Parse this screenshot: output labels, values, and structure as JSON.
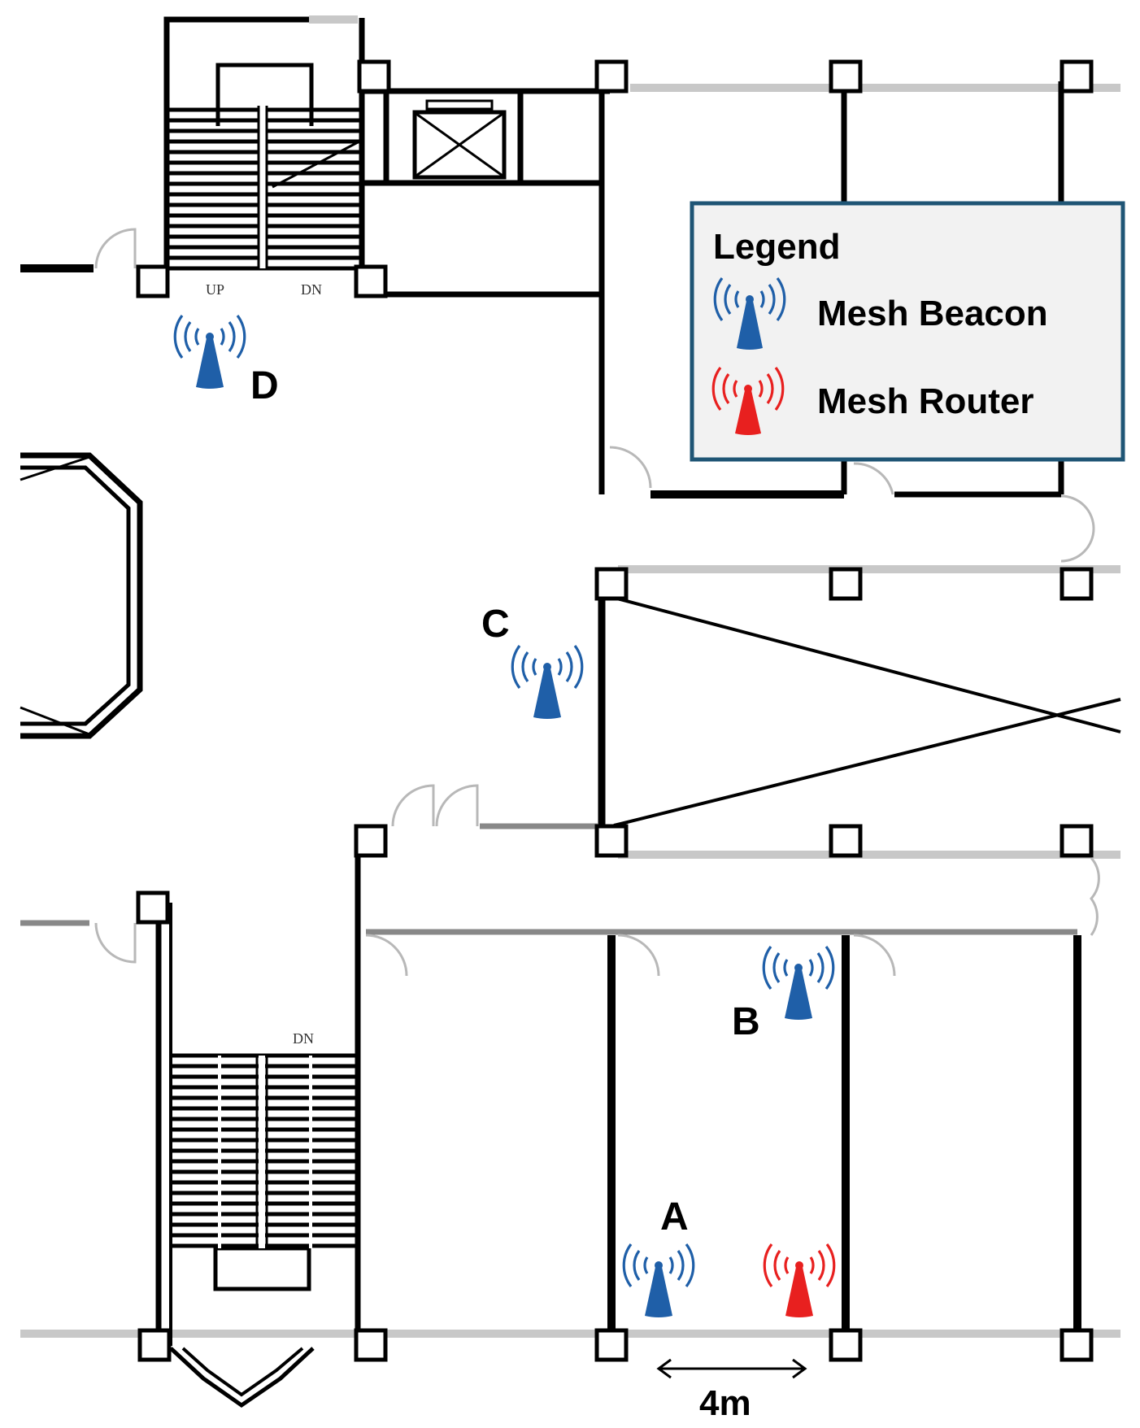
{
  "legend": {
    "title": "Legend",
    "items": [
      {
        "label": "Mesh Beacon",
        "icon": "mesh-beacon-icon",
        "color": "#1f5fa8"
      },
      {
        "label": "Mesh Router",
        "icon": "mesh-router-icon",
        "color": "#e8201f"
      }
    ],
    "border_color": "#1f5575",
    "background": "#f2f2f2"
  },
  "points": [
    {
      "id": "D",
      "label": "D",
      "type": "beacon"
    },
    {
      "id": "C",
      "label": "C",
      "type": "beacon"
    },
    {
      "id": "B",
      "label": "B",
      "type": "beacon"
    },
    {
      "id": "A",
      "label": "A",
      "type": "beacon"
    },
    {
      "id": "R",
      "label": "",
      "type": "router"
    }
  ],
  "stair_labels": {
    "up": "UP",
    "down_top": "DN",
    "down_bottom": "DN"
  },
  "scale": {
    "label": "4m"
  }
}
